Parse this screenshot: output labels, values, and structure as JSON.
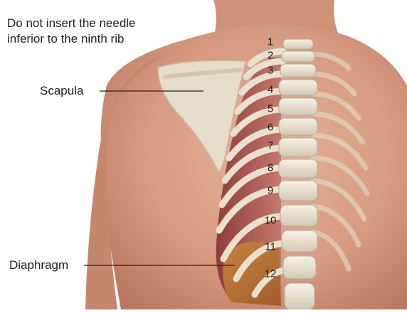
{
  "caption": {
    "line1": "Do not insert the needle",
    "line2": "inferior to the ninth rib"
  },
  "labels": {
    "scapula": "Scapula",
    "diaphragm": "Diaphragm"
  },
  "rib_numbers": [
    "1",
    "2",
    "3",
    "4",
    "5",
    "6",
    "7",
    "8",
    "9",
    "10",
    "11",
    "12"
  ],
  "colors": {
    "skin": "#dca38b",
    "lung": "#a9544f",
    "bone": "#ece6d6",
    "scapula": "#e3d9c8",
    "diaphragm": "#c47a32"
  }
}
